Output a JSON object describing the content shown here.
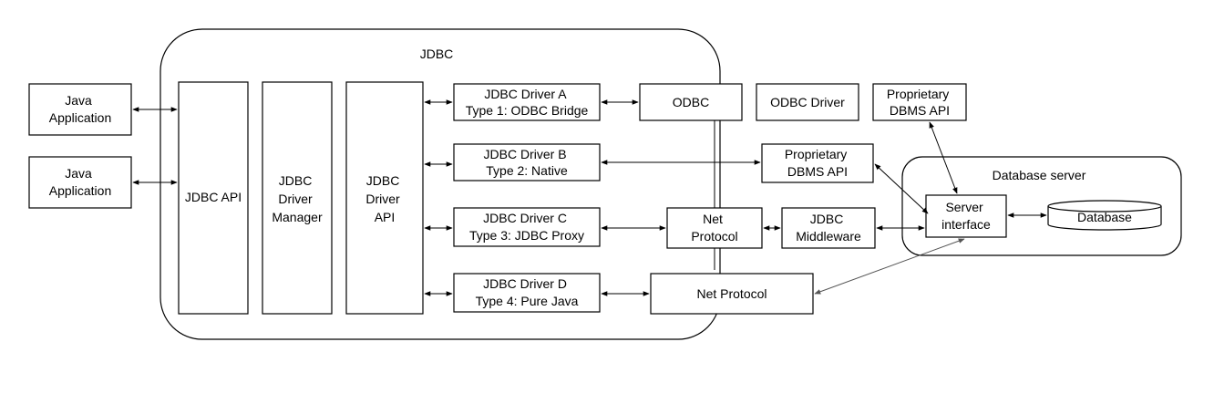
{
  "jdbc_container": {
    "label": "JDBC"
  },
  "apps": [
    {
      "lines": [
        "Java",
        "Application"
      ]
    },
    {
      "lines": [
        "Java",
        "Application"
      ]
    }
  ],
  "columns": {
    "jdbc_api": {
      "lines": [
        "JDBC API"
      ]
    },
    "driver_manager": {
      "lines": [
        "JDBC",
        "Driver",
        "Manager"
      ]
    },
    "driver_api": {
      "lines": [
        "JDBC",
        "Driver",
        "API"
      ]
    }
  },
  "drivers": [
    {
      "lines": [
        "JDBC Driver A",
        "Type 1: ODBC Bridge"
      ]
    },
    {
      "lines": [
        "JDBC Driver B",
        "Type 2: Native"
      ]
    },
    {
      "lines": [
        "JDBC Driver C",
        "Type 3: JDBC Proxy"
      ]
    },
    {
      "lines": [
        "JDBC Driver D",
        "Type 4: Pure Java"
      ]
    }
  ],
  "components": {
    "odbc": {
      "lines": [
        "ODBC"
      ]
    },
    "odbc_driver": {
      "lines": [
        "ODBC Driver"
      ]
    },
    "proprietary_top": {
      "lines": [
        "Proprietary",
        "DBMS API"
      ]
    },
    "proprietary_mid": {
      "lines": [
        "Proprietary",
        "DBMS API"
      ]
    },
    "net_protocol_c": {
      "lines": [
        "Net",
        "Protocol"
      ]
    },
    "jdbc_middleware": {
      "lines": [
        "JDBC",
        "Middleware"
      ]
    },
    "net_protocol_d": {
      "lines": [
        "Net Protocol"
      ]
    }
  },
  "database_server": {
    "label": "Database server",
    "server_interface": {
      "lines": [
        "Server",
        "interface"
      ]
    },
    "database": {
      "lines": [
        "Database"
      ]
    }
  }
}
